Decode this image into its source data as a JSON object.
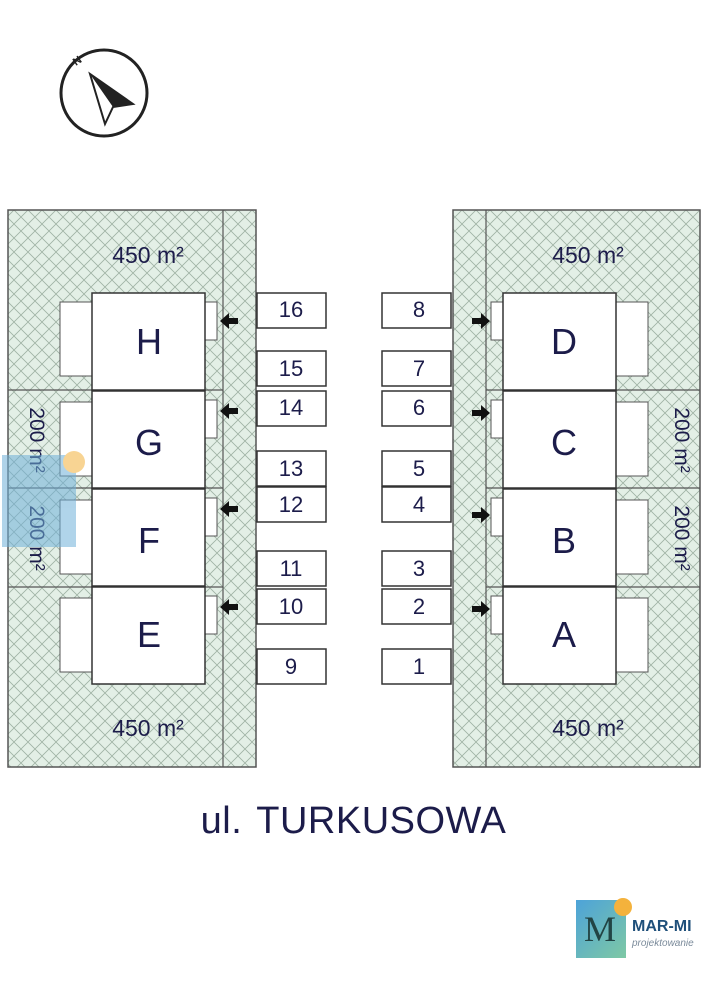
{
  "compass": {
    "north_label": "N"
  },
  "areas": {
    "h_top": "450 m²",
    "h_bottom": "450 m²",
    "d_top": "450 m²",
    "a_bottom": "450 m²",
    "left_mid_g": "200 m²",
    "left_mid_f": "200 m²",
    "right_mid_c": "200 m²",
    "right_mid_b": "200 m²"
  },
  "houses": {
    "left": [
      "H",
      "G",
      "F",
      "E"
    ],
    "right": [
      "D",
      "C",
      "B",
      "A"
    ]
  },
  "parking": {
    "left": [
      "16",
      "15",
      "14",
      "13",
      "12",
      "11",
      "10",
      "9"
    ],
    "right": [
      "8",
      "7",
      "6",
      "5",
      "4",
      "3",
      "2",
      "1"
    ]
  },
  "street": {
    "prefix": "ul.",
    "name": "TURKUSOWA"
  },
  "logo": {
    "mark": "M",
    "name": "MAR-MI",
    "tagline": "projektowanie"
  },
  "colors": {
    "plot_fill": "#e3efe6",
    "ink": "#1c1c4a",
    "hatch": "#9fb2a4"
  }
}
